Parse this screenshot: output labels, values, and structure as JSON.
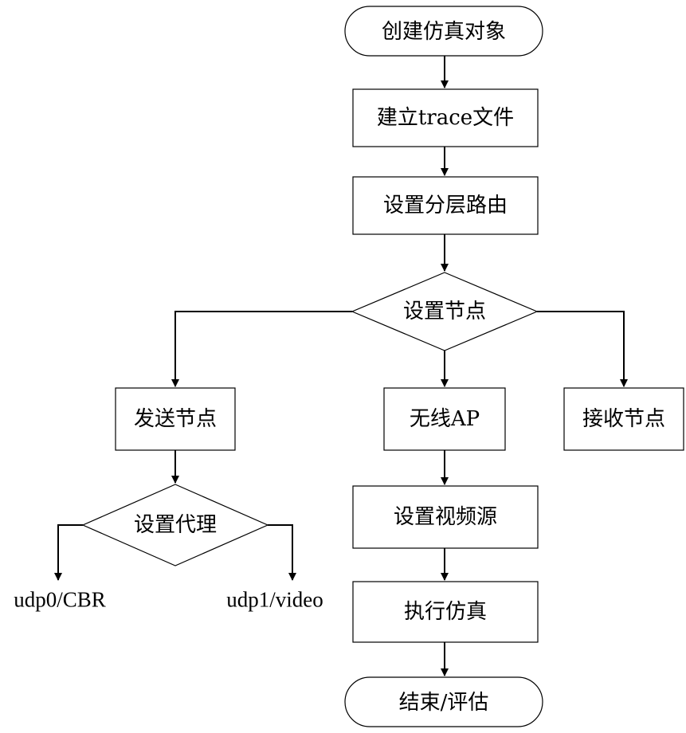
{
  "nodes": {
    "start": "创建仿真对象",
    "trace": "建立trace文件",
    "routing": "设置分层路由",
    "set_nodes": "设置节点",
    "sender": "发送节点",
    "wireless_ap": "无线AP",
    "receiver": "接收节点",
    "set_agent": "设置代理",
    "udp0": "udp0/CBR",
    "udp1": "udp1/video",
    "video_source": "设置视频源",
    "run_sim": "执行仿真",
    "end": "结束/评估"
  },
  "colors": {
    "stroke": "#000000",
    "fill": "#ffffff"
  }
}
